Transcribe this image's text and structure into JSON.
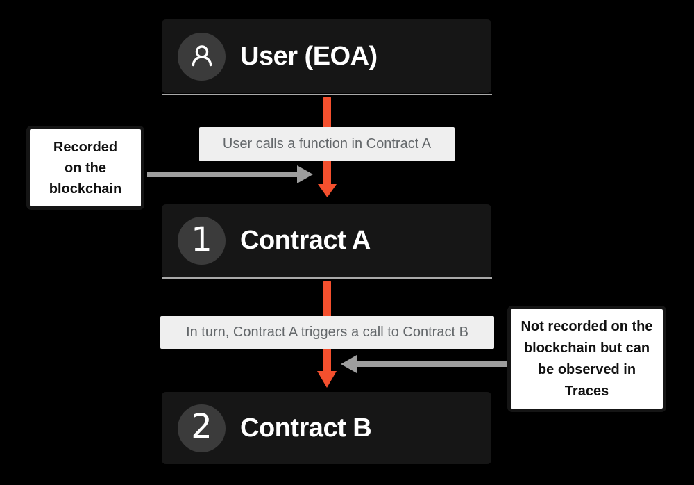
{
  "colors": {
    "background": "#000000",
    "node_background": "#161616",
    "badge_background": "#3b3b3b",
    "node_text": "#ffffff",
    "edge_label_background": "#efefef",
    "edge_label_text": "#63676a",
    "annotation_background": "#ffffff",
    "annotation_text": "#111111",
    "arrow_orange": "#f4502e",
    "arrow_gray": "#9e9e9e"
  },
  "nodes": {
    "user": {
      "label": "User (EOA)",
      "icon": "user-icon"
    },
    "contract_a": {
      "label": "Contract A",
      "badge": "1"
    },
    "contract_b": {
      "label": "Contract B",
      "badge": "2"
    }
  },
  "edge_labels": {
    "user_to_a": "User calls a function in Contract A",
    "a_to_b": "In turn, Contract A triggers a call to Contract B"
  },
  "annotations": {
    "left": {
      "lines": [
        "Recorded",
        "on the",
        "blockchain"
      ]
    },
    "right": {
      "lines": [
        "Not recorded on the",
        "blockchain but can",
        "be observed in",
        "Traces"
      ]
    }
  }
}
